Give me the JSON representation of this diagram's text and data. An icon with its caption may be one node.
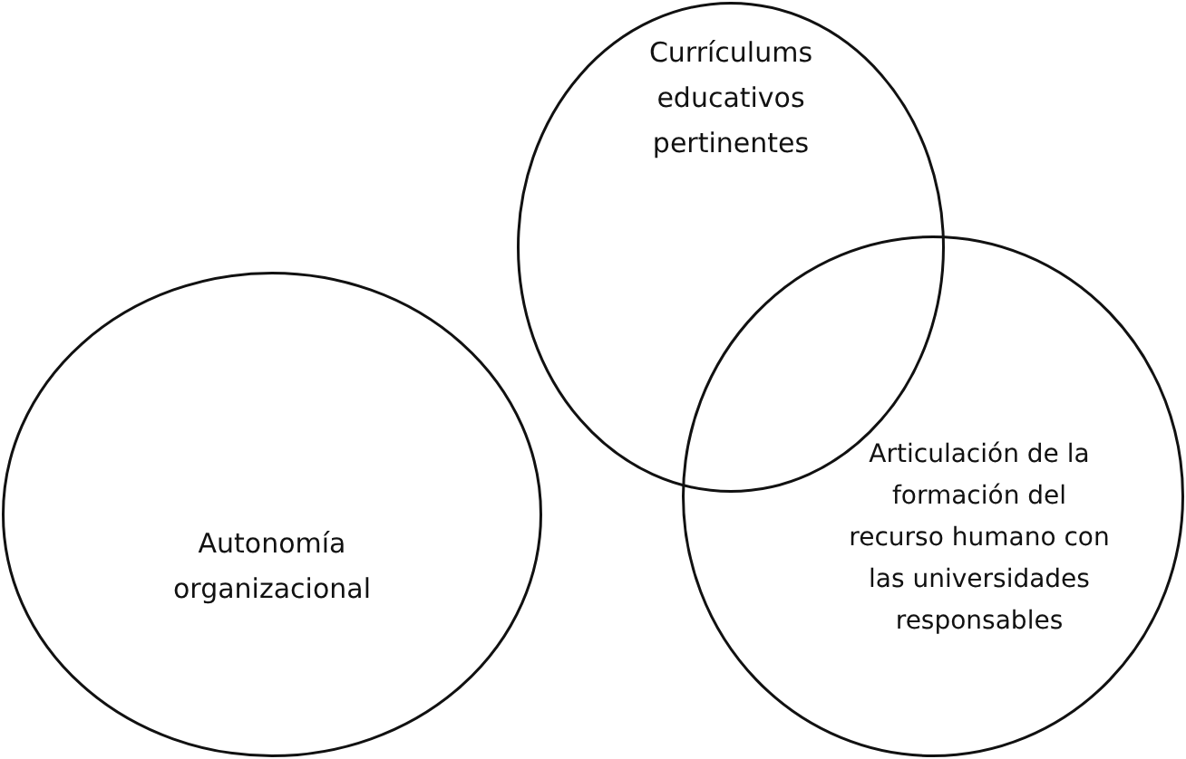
{
  "diagram": {
    "nodes": [
      {
        "text": [
          "Currículums educativos pertinentes"
        ]
      },
      {
        "text": [
          "Autonomía organizacional"
        ]
      },
      {
        "text": [
          "Articulación de la formación del recurso humano con las universidades responsables"
        ]
      }
    ]
  }
}
